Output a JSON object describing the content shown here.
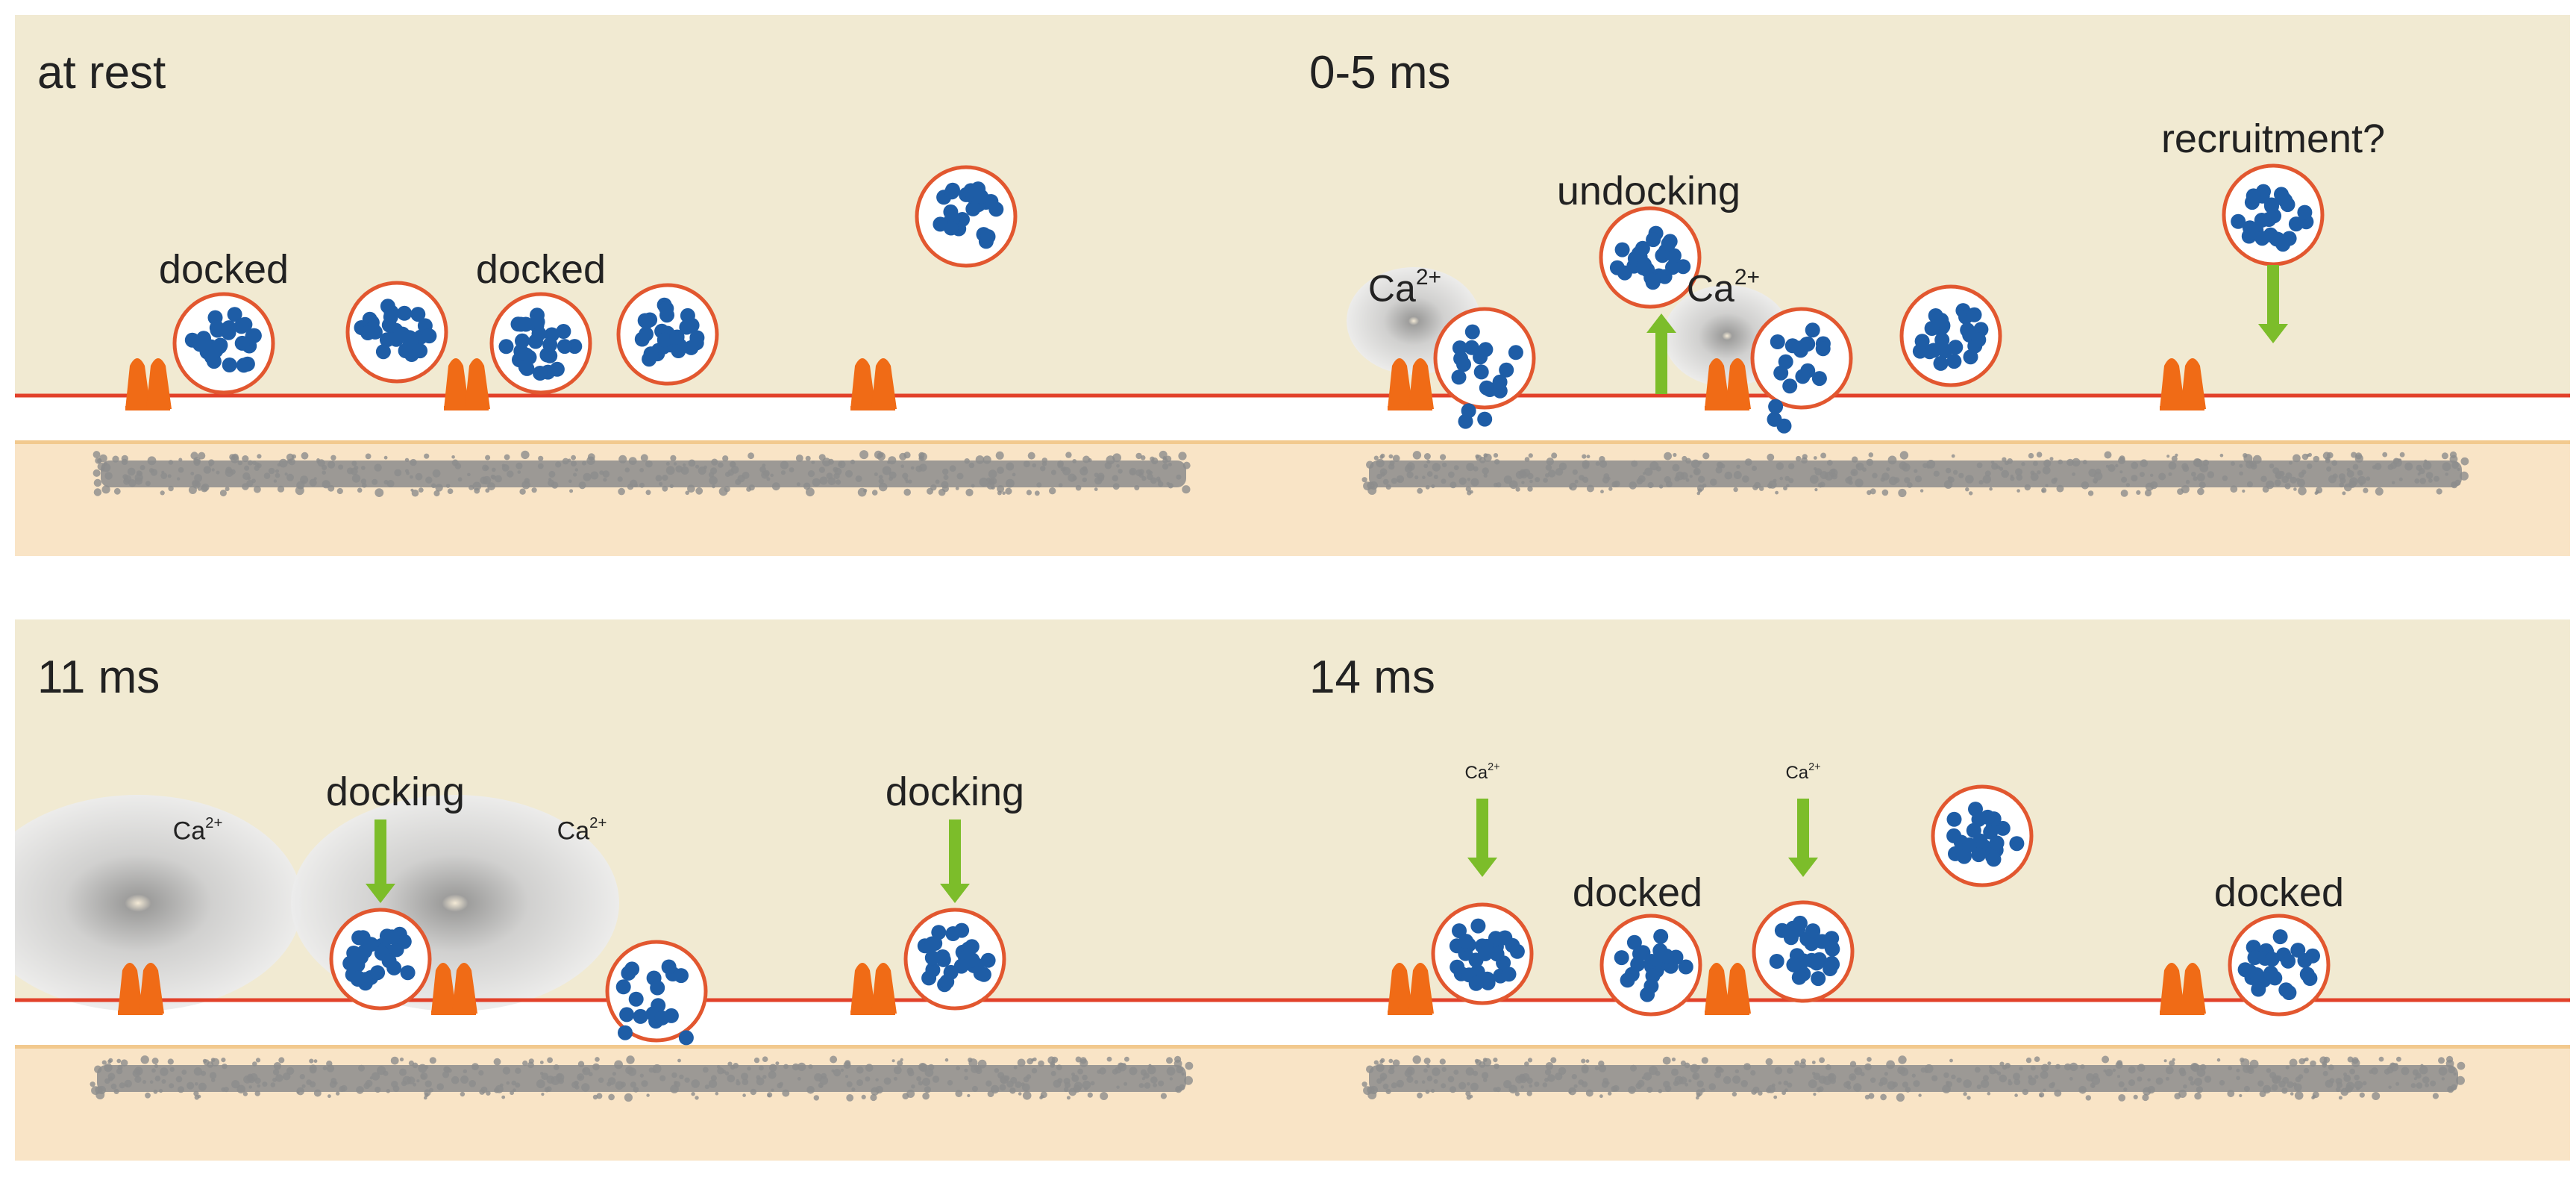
{
  "panels": [
    {
      "title": "at rest",
      "labels": [
        "docked",
        "docked"
      ],
      "calcium": []
    },
    {
      "title": "0-5 ms",
      "labels": [
        "undocking",
        "recruitment?"
      ],
      "calcium": [
        {
          "base": "Ca",
          "sup": "2+"
        },
        {
          "base": "Ca",
          "sup": "2+"
        }
      ]
    },
    {
      "title": "11 ms",
      "labels": [
        "docking",
        "docking"
      ],
      "calcium": [
        {
          "base": "Ca",
          "sup": "2+"
        },
        {
          "base": "Ca",
          "sup": "2+"
        }
      ]
    },
    {
      "title": "14 ms",
      "labels": [
        "docked",
        "docked"
      ],
      "calcium": [
        {
          "base": "Ca",
          "sup": "2+"
        },
        {
          "base": "Ca",
          "sup": "2+"
        }
      ]
    }
  ],
  "colors": {
    "cytoplasm": "#f1ead2",
    "cleft": "#ffffff",
    "postsynaptic": "#f9e4c6",
    "membrane": "#e2412a",
    "channel": "#f06b16",
    "vesicle_outline": "#e2572f",
    "transmitter": "#1e5da6",
    "arrow": "#7cbd2a",
    "density": "#8c8c8c",
    "calcium_cloud": "#d9d9d9"
  }
}
